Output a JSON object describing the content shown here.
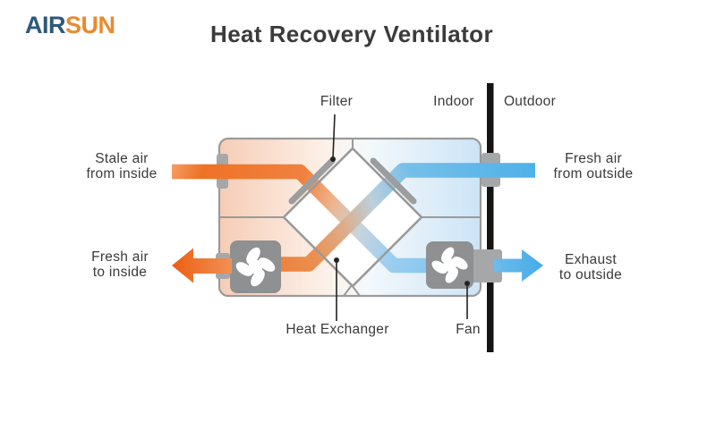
{
  "logo": {
    "air": "AIR",
    "sun": "SUN"
  },
  "title": "Heat Recovery Ventilator",
  "diagram": {
    "labels": {
      "filter": "Filter",
      "indoor": "Indoor",
      "outdoor": "Outdoor",
      "heat_exchanger": "Heat Exchanger",
      "fan": "Fan",
      "stale_air": "Stale air\nfrom inside",
      "fresh_air_out": "Fresh air\nfrom outside",
      "fresh_air_in": "Fresh air\nto inside",
      "exhaust": "Exhaust\nto outside"
    },
    "icons": [
      "fan-icon-left",
      "fan-icon-right",
      "filter-bar-left",
      "filter-bar-right"
    ]
  },
  "colors": {
    "logoBlue": "#2d5a7b",
    "logoOrange": "#e98a2f",
    "orange": "#ef7226",
    "orangeDark": "#ec5f12",
    "orangeTail": "#f49a61",
    "blue": "#4fb1e8",
    "blueLight": "#84c6ef",
    "paleOrange": "#f6cdb6",
    "paleBlue": "#cde4f6",
    "unitBorder": "#9a9a9a",
    "connectorGray": "#a6a7a8",
    "fanGray": "#8e9091",
    "wallBlack": "#141414",
    "textDark": "#3a3a3a"
  }
}
